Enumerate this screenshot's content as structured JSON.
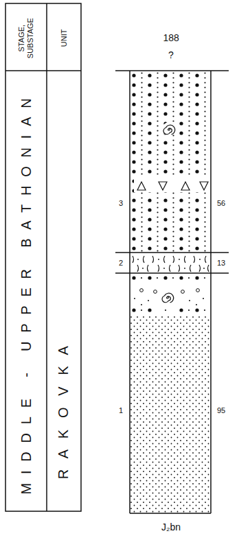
{
  "diagram": {
    "labels": [
      "STAGE, SUBSTAGE",
      "UNIT",
      "MIDDLE - UPPER BATHONIAN",
      "R A K O V K A",
      "188",
      "?",
      "3",
      "56",
      "2",
      "13",
      "1",
      "95",
      "J₂bn"
    ]
  }
}
